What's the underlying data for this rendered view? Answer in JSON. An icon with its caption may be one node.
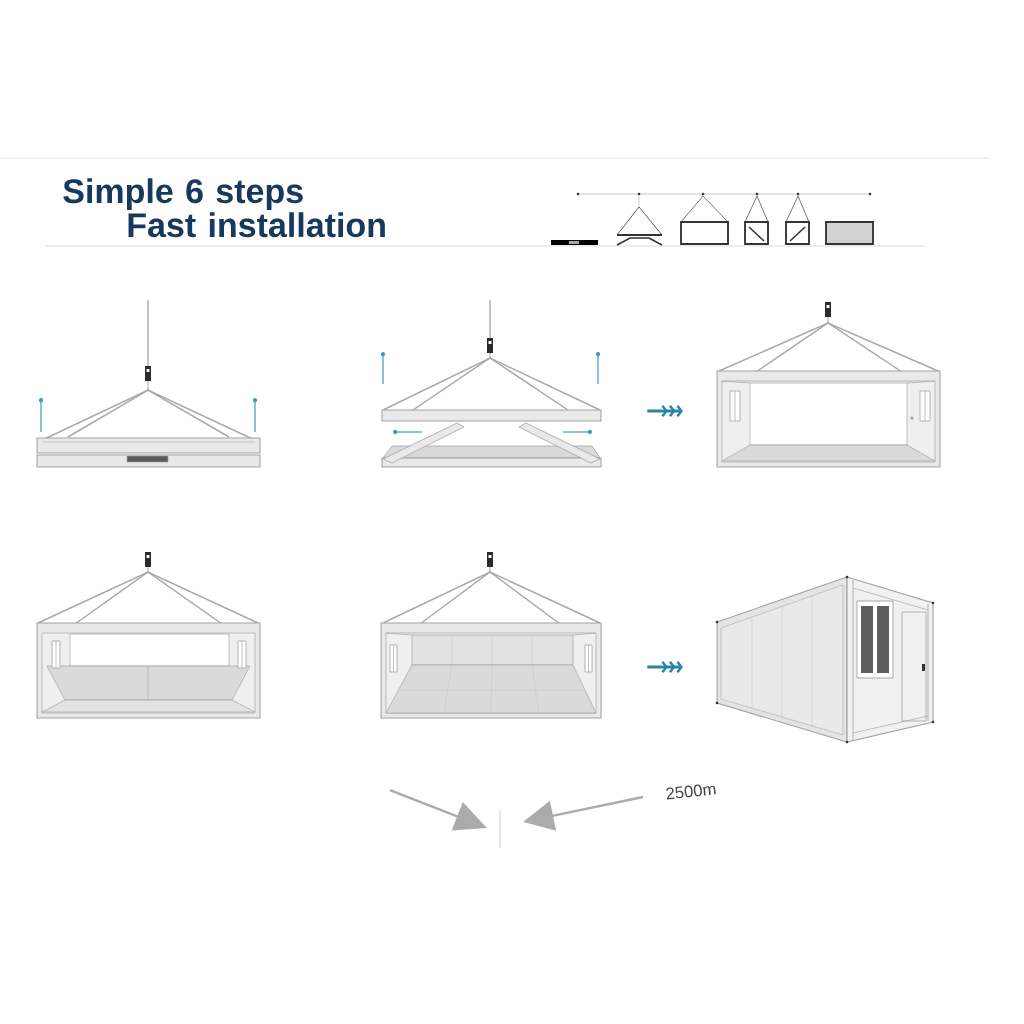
{
  "diagram": {
    "title": "Simple 6 steps Fast installation",
    "nodes": [
      {
        "text": [],
        "shape": "picture"
      },
      {
        "text": [],
        "shape": "picture"
      },
      {
        "text": [],
        "shape": "picture"
      },
      {
        "text": [],
        "shape": "picture"
      },
      {
        "text": [],
        "shape": "picture"
      },
      {
        "text": [],
        "shape": "picture"
      }
    ],
    "edges": [
      {
        "from": 1,
        "to": 2,
        "arrow": "to"
      },
      {
        "from": 4,
        "to": 5,
        "arrow": "to"
      }
    ],
    "labels": [
      "2500m"
    ]
  }
}
